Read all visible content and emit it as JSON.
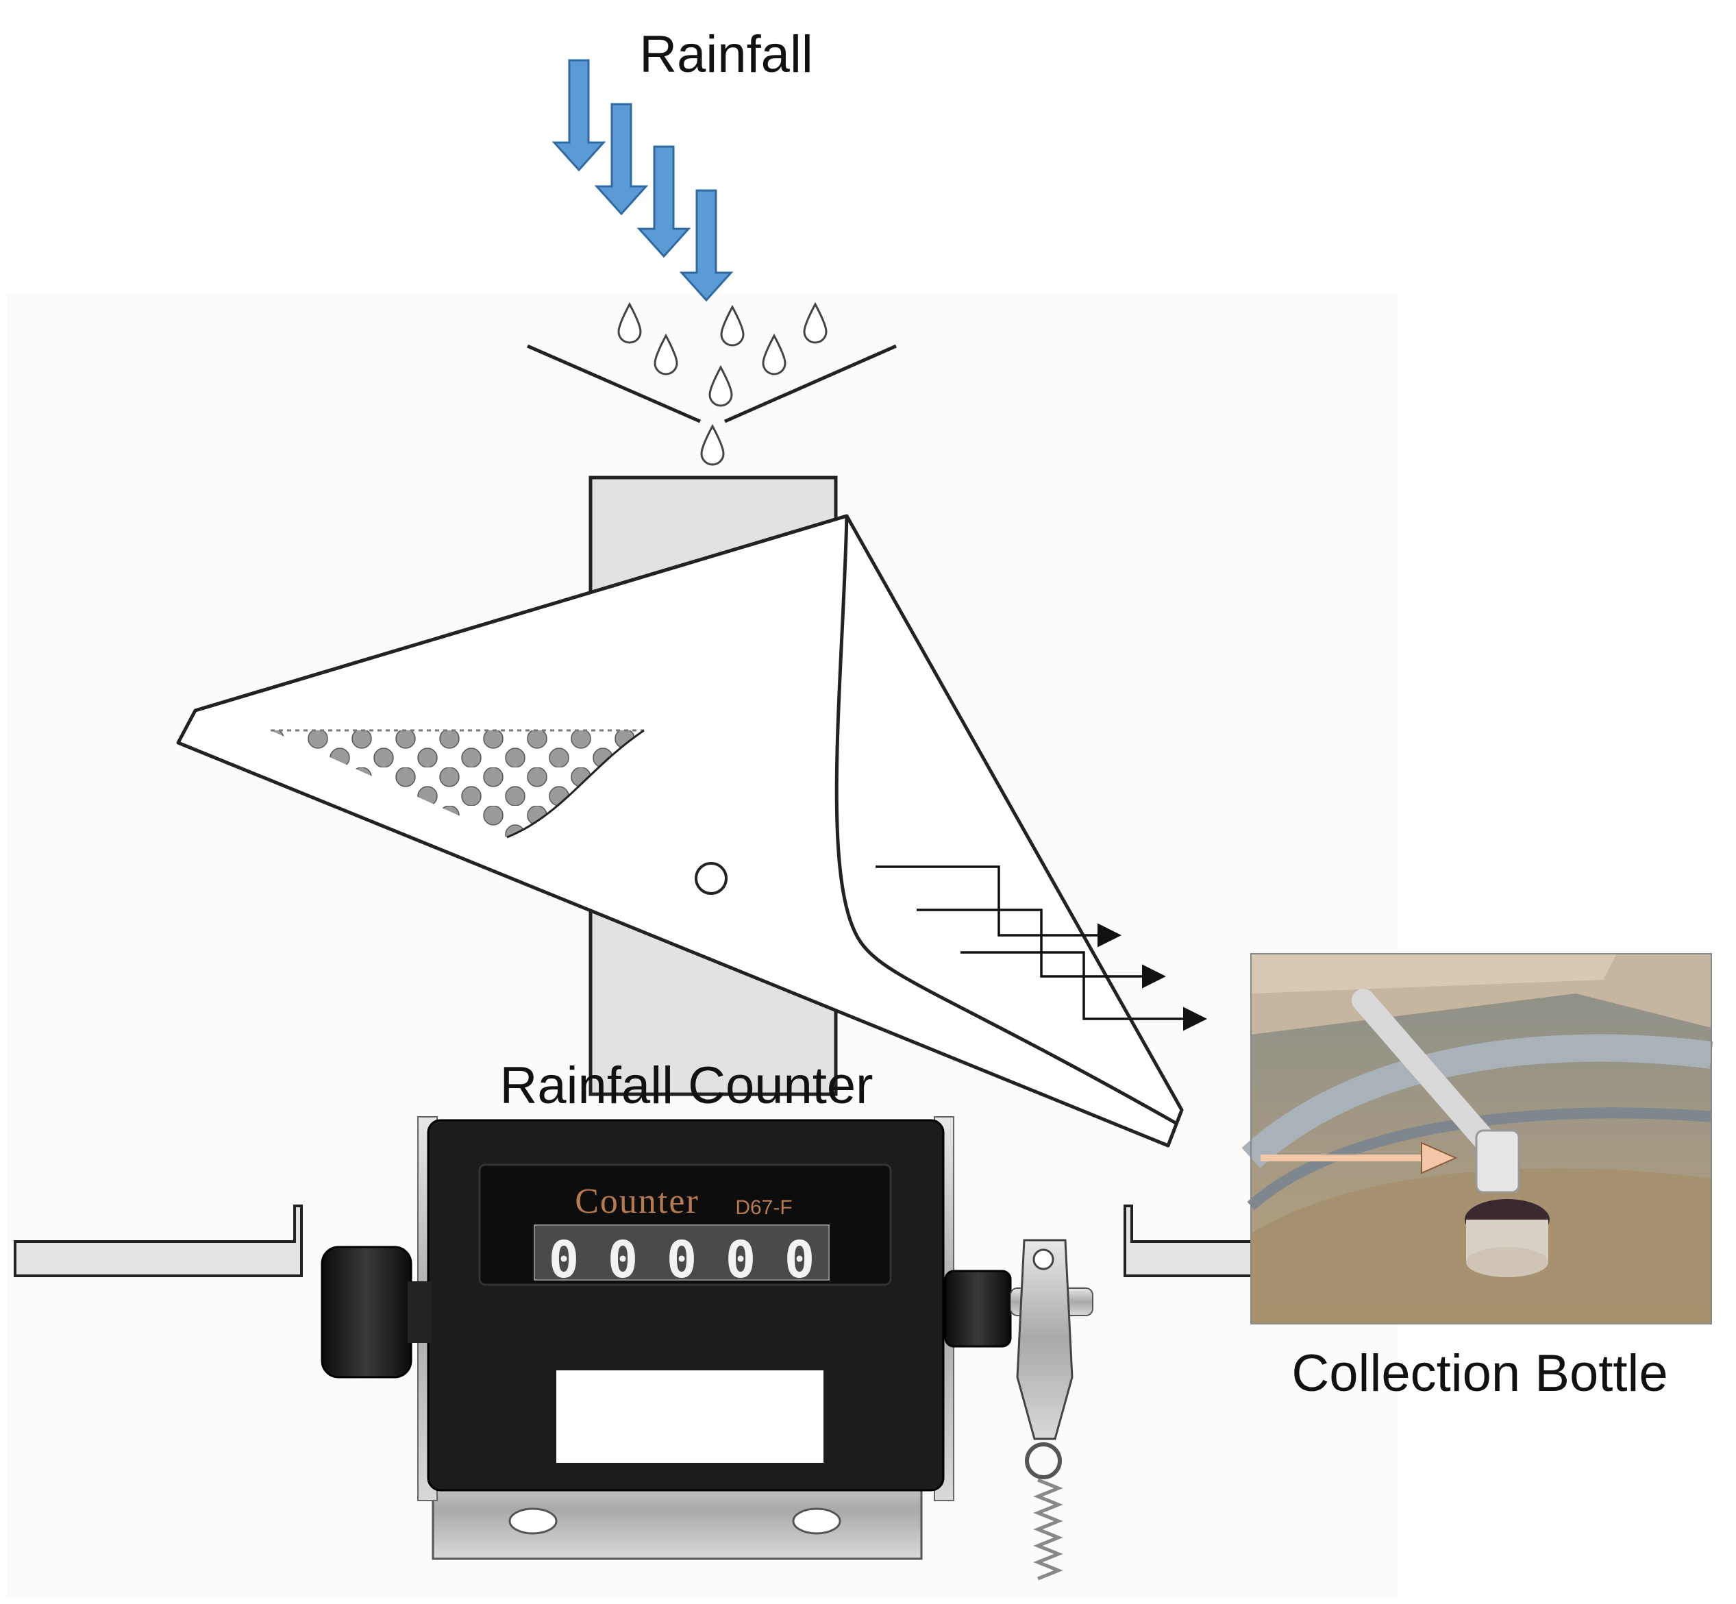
{
  "labels": {
    "rainfall": "Rainfall",
    "rainfall_counter": "Rainfall Counter",
    "collection_bottle": "Collection Bottle"
  },
  "counter_device": {
    "brand": "Counter",
    "model": "D67-F",
    "digits": [
      "0",
      "0",
      "0",
      "0",
      "0"
    ]
  },
  "colors": {
    "rain_arrow": "#5b9bd5",
    "rain_arrow_outline": "#2f6aa3",
    "post_fill": "#e2e2e2",
    "sediment_dots": "#9a9a9a",
    "counter_body": "#1c1c1c"
  }
}
